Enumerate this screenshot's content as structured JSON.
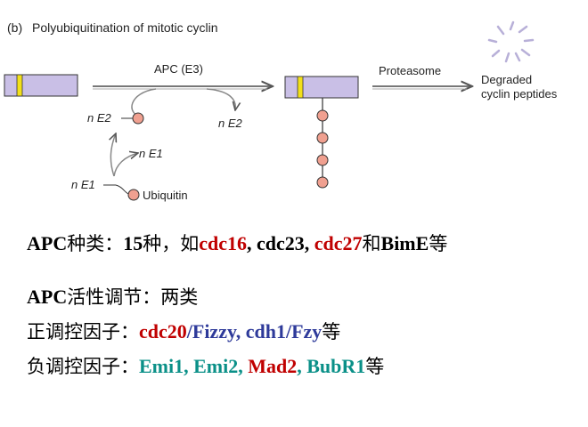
{
  "figure": {
    "panel_label": "(b)",
    "title": "Polyubiquitination of mitotic cyclin",
    "enzyme_label": "APC (E3)",
    "proteasome_label": "Proteasome",
    "degraded_line1": "Degraded",
    "degraded_line2": "cyclin peptides",
    "e2_left_label": "n E2",
    "e2_right_label": "n E2",
    "e1_mid_label": "n E1",
    "e1_left_label": "n E1",
    "ubiquitin_label": "Ubiquitin",
    "colors": {
      "cyclin_fill": "#c9bfe6",
      "destruction_box": "#f2e01a",
      "ubiquitin": "#f0a090",
      "arrow": "#555555"
    }
  },
  "text": {
    "line1": {
      "a": "APC",
      "b": "种类：",
      "c": "15",
      "d": "种，如",
      "e": "cdc16",
      "f": ", cdc23, ",
      "g": "cdc27",
      "h": "和",
      "i": "BimE",
      "j": "等"
    },
    "line2": {
      "a": "APC",
      "b": "活性调节：两类"
    },
    "line3": {
      "a": "正调控因子：",
      "b": "cdc20",
      "c": "/Fizzy, cdh1/Fzy",
      "d": "等"
    },
    "line4": {
      "a": "负调控因子：",
      "b": "Emi1, Emi2, ",
      "c": "Mad2",
      "d": ", BubR1",
      "e": "等"
    }
  }
}
